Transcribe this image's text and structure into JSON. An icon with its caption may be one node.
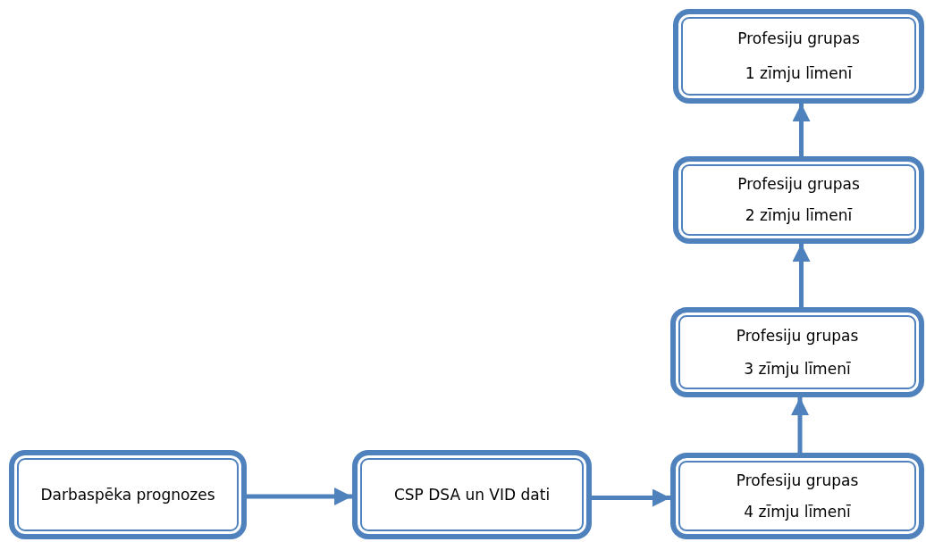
{
  "diagram": {
    "nodes": [
      {
        "text": [
          "Darbaspēka prognozes"
        ]
      },
      {
        "text": [
          "CSP DSA un VID dati"
        ]
      },
      {
        "text": [
          "Profesiju grupas",
          "4 zīmju līmenī"
        ]
      },
      {
        "text": [
          "Profesiju grupas",
          "3 zīmju līmenī"
        ]
      },
      {
        "text": [
          "Profesiju grupas",
          "2 zīmju līmenī"
        ]
      },
      {
        "text": [
          "Profesiju grupas",
          "1 zīmju līmenī"
        ]
      }
    ],
    "edges": [
      {
        "from": 0,
        "to": 1,
        "arrow": "to"
      },
      {
        "from": 1,
        "to": 2,
        "arrow": "to"
      },
      {
        "from": 2,
        "to": 3,
        "arrow": "to"
      },
      {
        "from": 3,
        "to": 4,
        "arrow": "to"
      },
      {
        "from": 4,
        "to": 5,
        "arrow": "to"
      }
    ]
  }
}
